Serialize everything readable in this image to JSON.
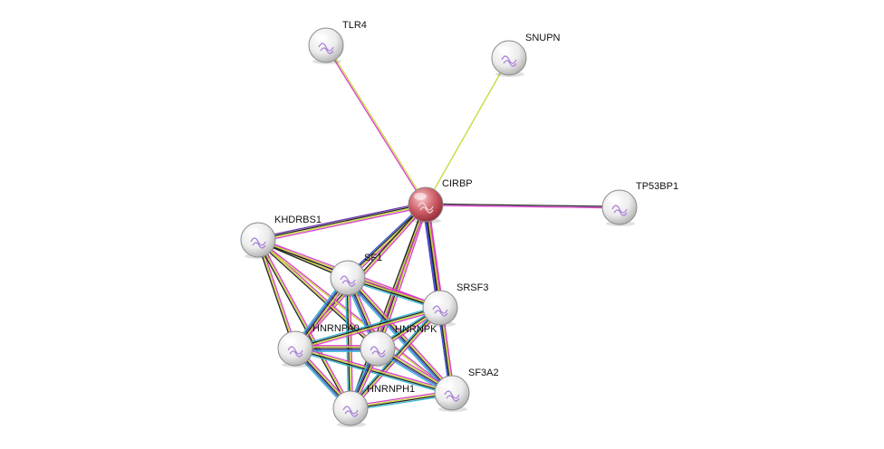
{
  "network": {
    "colors": {
      "node_default": "#e6e6e6",
      "node_query": "#c94a55",
      "edge_pink": "#d93ccc",
      "edge_yellow": "#c8d63b",
      "edge_black": "#222222",
      "edge_blue": "#3a56d6",
      "edge_cyan": "#35b8d2",
      "edge_purple": "#6a35b0"
    },
    "nodes": [
      {
        "id": "CIRBP",
        "label": "CIRBP",
        "query": true
      },
      {
        "id": "TLR4",
        "label": "TLR4"
      },
      {
        "id": "SNUPN",
        "label": "SNUPN"
      },
      {
        "id": "TP53BP1",
        "label": "TP53BP1"
      },
      {
        "id": "KHDRBS1",
        "label": "KHDRBS1"
      },
      {
        "id": "SF1",
        "label": "SF1"
      },
      {
        "id": "SRSF3",
        "label": "SRSF3"
      },
      {
        "id": "HNRNPA0",
        "label": "HNRNPA0"
      },
      {
        "id": "HNRNPK",
        "label": "HNRNPK"
      },
      {
        "id": "HNRNPH1",
        "label": "HNRNPH1"
      },
      {
        "id": "SF3A2",
        "label": "SF3A2"
      }
    ],
    "edges": [
      {
        "source": "CIRBP",
        "target": "TLR4",
        "colors": [
          "edge_pink",
          "edge_yellow"
        ]
      },
      {
        "source": "CIRBP",
        "target": "SNUPN",
        "colors": [
          "edge_yellow"
        ]
      },
      {
        "source": "CIRBP",
        "target": "TP53BP1",
        "colors": [
          "edge_black",
          "edge_pink"
        ]
      },
      {
        "source": "CIRBP",
        "target": "KHDRBS1",
        "colors": [
          "edge_pink",
          "edge_yellow",
          "edge_black",
          "edge_purple"
        ]
      },
      {
        "source": "CIRBP",
        "target": "SF1",
        "colors": [
          "edge_pink",
          "edge_yellow",
          "edge_black",
          "edge_blue"
        ]
      },
      {
        "source": "CIRBP",
        "target": "SRSF3",
        "colors": [
          "edge_pink",
          "edge_yellow",
          "edge_black",
          "edge_blue",
          "edge_purple"
        ]
      },
      {
        "source": "CIRBP",
        "target": "HNRNPA0",
        "colors": [
          "edge_pink",
          "edge_yellow",
          "edge_black"
        ]
      },
      {
        "source": "CIRBP",
        "target": "HNRNPK",
        "colors": [
          "edge_pink",
          "edge_yellow",
          "edge_black",
          "edge_purple"
        ]
      },
      {
        "source": "CIRBP",
        "target": "HNRNPH1",
        "colors": [
          "edge_pink",
          "edge_yellow",
          "edge_black"
        ]
      },
      {
        "source": "CIRBP",
        "target": "SF3A2",
        "colors": [
          "edge_pink",
          "edge_yellow",
          "edge_black",
          "edge_blue"
        ]
      },
      {
        "source": "KHDRBS1",
        "target": "SF1",
        "colors": [
          "edge_pink",
          "edge_yellow",
          "edge_black"
        ]
      },
      {
        "source": "KHDRBS1",
        "target": "SRSF3",
        "colors": [
          "edge_pink",
          "edge_yellow",
          "edge_black"
        ]
      },
      {
        "source": "KHDRBS1",
        "target": "HNRNPA0",
        "colors": [
          "edge_pink",
          "edge_yellow",
          "edge_black"
        ]
      },
      {
        "source": "KHDRBS1",
        "target": "HNRNPK",
        "colors": [
          "edge_pink",
          "edge_yellow",
          "edge_black"
        ]
      },
      {
        "source": "KHDRBS1",
        "target": "HNRNPH1",
        "colors": [
          "edge_pink",
          "edge_yellow",
          "edge_black"
        ]
      },
      {
        "source": "KHDRBS1",
        "target": "SF3A2",
        "colors": [
          "edge_pink",
          "edge_yellow"
        ]
      },
      {
        "source": "SF1",
        "target": "SRSF3",
        "colors": [
          "edge_pink",
          "edge_yellow",
          "edge_black",
          "edge_cyan"
        ]
      },
      {
        "source": "SF1",
        "target": "HNRNPA0",
        "colors": [
          "edge_pink",
          "edge_yellow",
          "edge_black",
          "edge_blue",
          "edge_cyan"
        ]
      },
      {
        "source": "SF1",
        "target": "HNRNPK",
        "colors": [
          "edge_pink",
          "edge_yellow",
          "edge_black",
          "edge_blue",
          "edge_cyan"
        ]
      },
      {
        "source": "SF1",
        "target": "HNRNPH1",
        "colors": [
          "edge_pink",
          "edge_yellow",
          "edge_black",
          "edge_cyan"
        ]
      },
      {
        "source": "SF1",
        "target": "SF3A2",
        "colors": [
          "edge_pink",
          "edge_yellow",
          "edge_black",
          "edge_blue",
          "edge_cyan"
        ]
      },
      {
        "source": "SRSF3",
        "target": "HNRNPA0",
        "colors": [
          "edge_pink",
          "edge_yellow",
          "edge_black",
          "edge_cyan"
        ]
      },
      {
        "source": "SRSF3",
        "target": "HNRNPK",
        "colors": [
          "edge_pink",
          "edge_yellow",
          "edge_black",
          "edge_cyan"
        ]
      },
      {
        "source": "SRSF3",
        "target": "HNRNPH1",
        "colors": [
          "edge_pink",
          "edge_yellow",
          "edge_black",
          "edge_cyan"
        ]
      },
      {
        "source": "SRSF3",
        "target": "SF3A2",
        "colors": [
          "edge_pink",
          "edge_yellow",
          "edge_black",
          "edge_blue"
        ]
      },
      {
        "source": "HNRNPA0",
        "target": "HNRNPK",
        "colors": [
          "edge_pink",
          "edge_yellow",
          "edge_black",
          "edge_blue",
          "edge_cyan"
        ]
      },
      {
        "source": "HNRNPA0",
        "target": "HNRNPH1",
        "colors": [
          "edge_pink",
          "edge_yellow",
          "edge_black",
          "edge_blue",
          "edge_cyan"
        ]
      },
      {
        "source": "HNRNPA0",
        "target": "SF3A2",
        "colors": [
          "edge_pink",
          "edge_yellow",
          "edge_black",
          "edge_cyan"
        ]
      },
      {
        "source": "HNRNPK",
        "target": "HNRNPH1",
        "colors": [
          "edge_pink",
          "edge_yellow",
          "edge_black",
          "edge_blue",
          "edge_cyan"
        ]
      },
      {
        "source": "HNRNPK",
        "target": "SF3A2",
        "colors": [
          "edge_pink",
          "edge_yellow",
          "edge_black",
          "edge_blue",
          "edge_cyan"
        ]
      },
      {
        "source": "HNRNPH1",
        "target": "SF3A2",
        "colors": [
          "edge_pink",
          "edge_yellow",
          "edge_black",
          "edge_cyan"
        ]
      }
    ]
  }
}
